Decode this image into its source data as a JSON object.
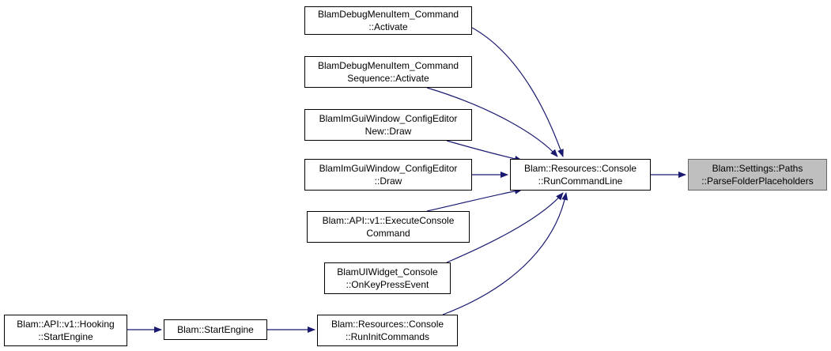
{
  "colors": {
    "edge": "#191970",
    "root_fill": "#bfbfbf",
    "root_border": "#666666",
    "node_border": "#000000"
  },
  "nodes": {
    "debug_menu_item_command": {
      "line1": "BlamDebugMenuItem_Command",
      "line2": "::Activate"
    },
    "debug_menu_item_command_sequence": {
      "line1": "BlamDebugMenuItem_Command",
      "line2": "Sequence::Activate"
    },
    "imgui_config_editor_new": {
      "line1": "BlamImGuiWindow_ConfigEditor",
      "line2": "New::Draw"
    },
    "imgui_config_editor": {
      "line1": "BlamImGuiWindow_ConfigEditor",
      "line2": "::Draw"
    },
    "api_execute_console_command": {
      "line1": "Blam::API::v1::ExecuteConsole",
      "line2": "Command"
    },
    "ui_widget_console": {
      "line1": "BlamUIWidget_Console",
      "line2": "::OnKeyPressEvent"
    },
    "run_init_commands": {
      "line1": "Blam::Resources::Console",
      "line2": "::RunInitCommands"
    },
    "start_engine": {
      "line1": "Blam::StartEngine"
    },
    "hooking_start_engine": {
      "line1": "Blam::API::v1::Hooking",
      "line2": "::StartEngine"
    },
    "run_command_line": {
      "line1": "Blam::Resources::Console",
      "line2": "::RunCommandLine"
    },
    "parse_folder_placeholders": {
      "line1": "Blam::Settings::Paths",
      "line2": "::ParseFolderPlaceholders"
    }
  }
}
